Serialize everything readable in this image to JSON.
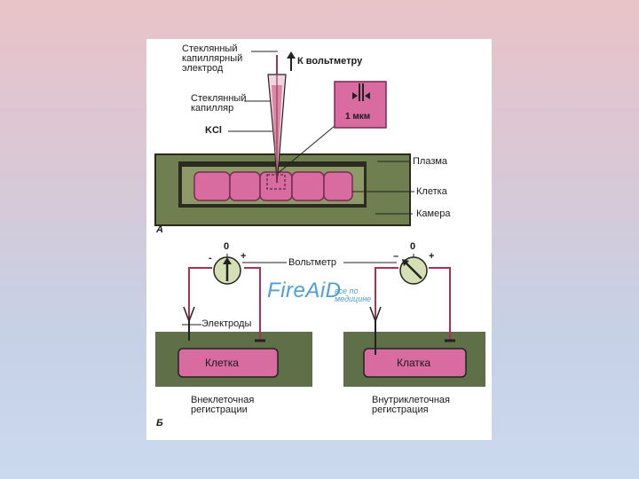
{
  "labels": {
    "glass_electrode": "Стеклянный\nкапиллярный\nэлектрод",
    "to_voltmeter": "К вольтметру",
    "glass_capillary": "Стеклянный\nкапилляр",
    "kcl": "KCl",
    "micron": "1 мкм",
    "plasma": "Плазма",
    "cell": "Клетка",
    "chamber": "Камера",
    "panel_a": "А",
    "panel_b": "Б",
    "zero_left": "0",
    "zero_right": "0",
    "minus_left": "-",
    "plus_left": "+",
    "minus_right": "–",
    "plus_right": "+",
    "voltmeter": "Вольтметр",
    "electrodes": "Электроды",
    "cell_left": "Клетка",
    "cell_right": "Клатка",
    "extracellular": "Внеклеточная\nрегистрации",
    "intracellular": "Внутриклеточная\nрегистрация"
  },
  "watermark": {
    "main": "FireAiD",
    "sub": "все по\nмедицине"
  },
  "colors": {
    "cell_fill": "#d86ba0",
    "wire": "#b0304e",
    "chamber": "#7a8a5a",
    "tissue": "#5f7048",
    "watermark": "#4d9fd9"
  }
}
